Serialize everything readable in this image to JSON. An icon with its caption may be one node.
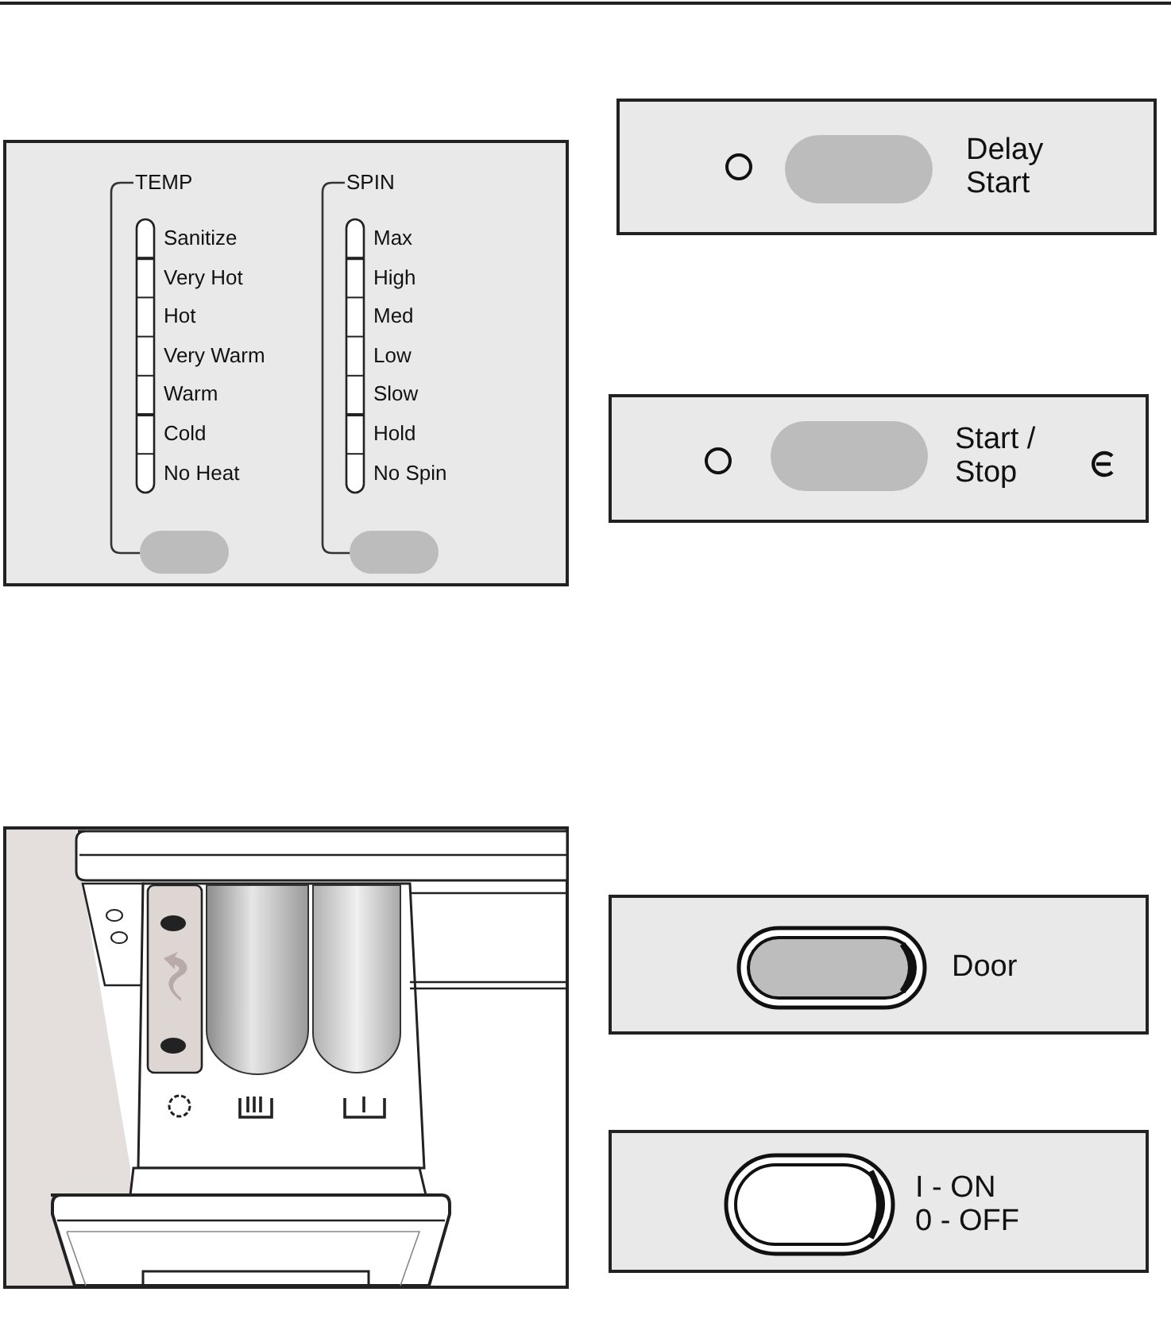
{
  "diagram": {
    "nodes": [
      {
        "text": [
          "TEMP",
          "Sanitize",
          "Very Hot",
          "Hot",
          "Very Warm",
          "Warm",
          "Cold",
          "No Heat",
          "SPIN",
          "Max",
          "High",
          "Med",
          "Low",
          "Slow",
          "Hold",
          "No Spin"
        ]
      },
      {
        "text": [
          "Delay Start"
        ]
      },
      {
        "text": [
          "Start / Stop"
        ]
      },
      {
        "text": [
          "Door"
        ]
      },
      {
        "text": [
          "I - ON 0 - OFF"
        ]
      }
    ]
  }
}
